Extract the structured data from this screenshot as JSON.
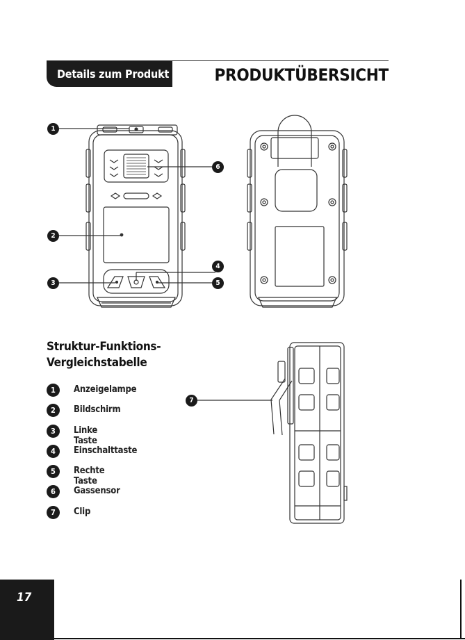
{
  "header": {
    "tab_label": "Details zum Produkt",
    "title": "PRODUKTÜBERSICHT"
  },
  "callouts": [
    "1",
    "2",
    "3",
    "4",
    "5",
    "6",
    "7"
  ],
  "section": {
    "title_line1": "Struktur-Funktions-",
    "title_line2": "Vergleichstabelle"
  },
  "legend": [
    {
      "num": "1",
      "label": "Anzeigelampe"
    },
    {
      "num": "2",
      "label": "Bildschirm"
    },
    {
      "num": "3",
      "label": "Linke Taste"
    },
    {
      "num": "4",
      "label": "Einschalttaste"
    },
    {
      "num": "5",
      "label": "Rechte Taste"
    },
    {
      "num": "6",
      "label": "Gassensor"
    },
    {
      "num": "7",
      "label": "Clip"
    }
  ],
  "footer": {
    "page_number": "17"
  }
}
